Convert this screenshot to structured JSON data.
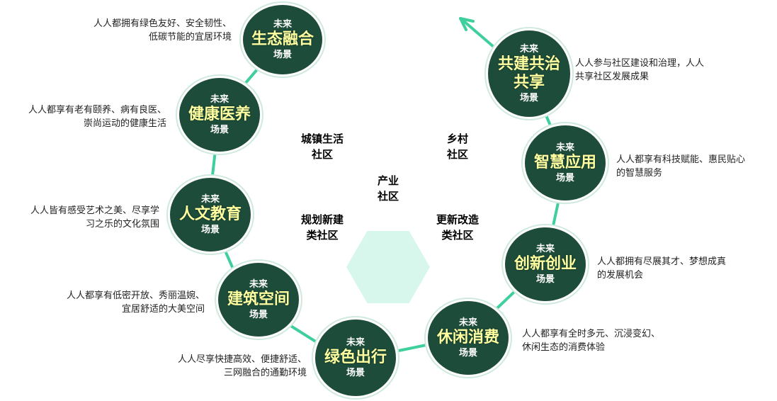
{
  "colors": {
    "scene_fill": "#1e4c3a",
    "scene_title": "#ffffa0",
    "ring": "#3fcf9c",
    "hex_light": "#2fd6a0",
    "hex_dark": "#2a7c5e",
    "hex_pale": "#d7f7ec"
  },
  "scenes": [
    {
      "prefix": "未来",
      "lines": [
        "生态融合"
      ],
      "suffix": "场景",
      "desc": [
        "人人都拥有绿色友好、安全韧性、",
        "低碳节能的宜居环境"
      ]
    },
    {
      "prefix": "未来",
      "lines": [
        "健康医养"
      ],
      "suffix": "场景",
      "desc": [
        "人人都享有老有颐养、病有良医、",
        "崇尚运动的健康生活"
      ]
    },
    {
      "prefix": "未来",
      "lines": [
        "人文教育"
      ],
      "suffix": "场景",
      "desc": [
        "人人皆有感受艺术之美、尽享学",
        "习之乐的文化氛围"
      ]
    },
    {
      "prefix": "未来",
      "lines": [
        "建筑空间"
      ],
      "suffix": "场景",
      "desc": [
        "人人都享有低密开放、秀丽温婉、",
        "宜居舒适的大美空间"
      ]
    },
    {
      "prefix": "未来",
      "lines": [
        "绿色出行"
      ],
      "suffix": "场景",
      "desc": [
        "人人尽享快捷高效、便捷舒适、",
        "三网融合的通勤环境"
      ]
    },
    {
      "prefix": "未来",
      "lines": [
        "休闲消费"
      ],
      "suffix": "场景",
      "desc": [
        "人人都享有全时多元、沉浸变幻、",
        "休闲生态的消费体验"
      ]
    },
    {
      "prefix": "未来",
      "lines": [
        "创新创业"
      ],
      "suffix": "场景",
      "desc": [
        "人人都拥有尽展其才、梦想成真",
        "的发展机会"
      ]
    },
    {
      "prefix": "未来",
      "lines": [
        "智慧应用"
      ],
      "suffix": "场景",
      "desc": [
        "人人都享有科技赋能、惠民贴心",
        "的智慧服务"
      ]
    },
    {
      "prefix": "未来",
      "lines": [
        "共建共治",
        "共享"
      ],
      "suffix": "场景",
      "desc": [
        "人人参与社区建设和治理，人人",
        "共享社区发展成果"
      ]
    }
  ],
  "hexes": [
    {
      "lines": [
        "城镇生活",
        "社区"
      ],
      "style": "light"
    },
    {
      "lines": [
        "乡村",
        "社区"
      ],
      "style": "light"
    },
    {
      "lines": [
        "产业",
        "社区"
      ],
      "style": "light"
    },
    {
      "lines": [
        "规划新建",
        "类社区"
      ],
      "style": "dark"
    },
    {
      "lines": [
        "更新改造",
        "类社区"
      ],
      "style": "dark"
    },
    {
      "lines": [],
      "style": "pale"
    }
  ]
}
